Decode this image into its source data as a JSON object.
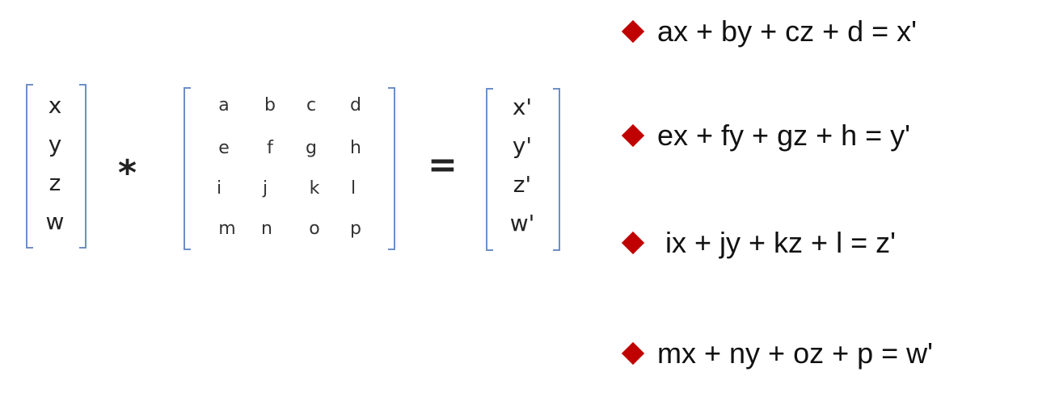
{
  "input_vector": [
    "x",
    "y",
    "z",
    "w"
  ],
  "multiply_symbol": "*",
  "matrix": [
    [
      "a",
      "b",
      "c",
      "d"
    ],
    [
      "e",
      "f",
      "g",
      "h"
    ],
    [
      "i",
      "j",
      "k",
      "l"
    ],
    [
      "m",
      "n",
      "o",
      "p"
    ]
  ],
  "equals_symbol": "=",
  "output_vector": [
    "x'",
    "y'",
    "z'",
    "w'"
  ],
  "equations": [
    "ax + by + cz + d = x'",
    "ex + fy + gz + h = y'",
    " ix + jy + kz + l = z'",
    "mx + ny + oz + p = w'"
  ],
  "colors": {
    "bracket": "#6e8fc7",
    "bullet": "#c00000"
  }
}
